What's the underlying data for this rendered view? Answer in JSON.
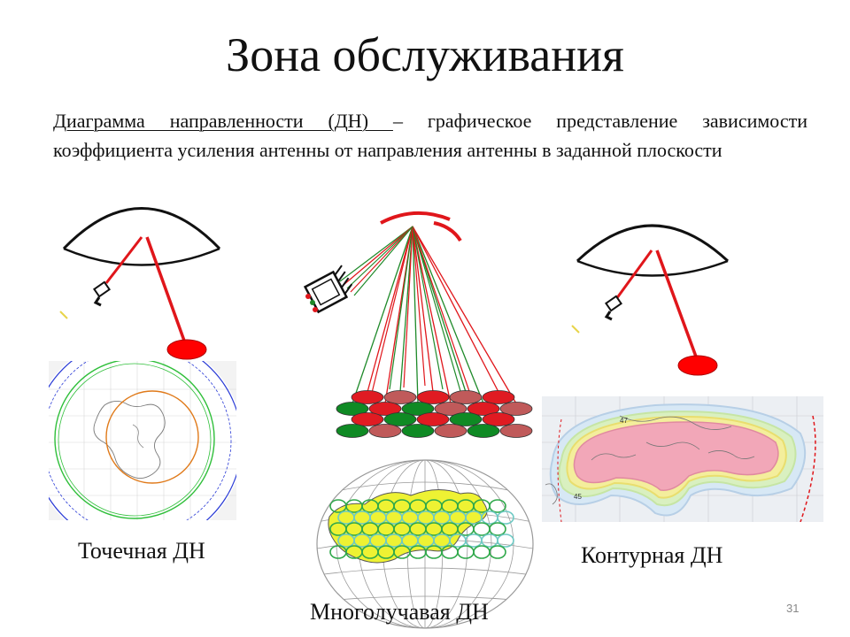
{
  "slide": {
    "title": "Зона обслуживания",
    "definition_term": "Диаграмма направленности (ДН) ",
    "definition_rest": "– графическое представление зависимости коэффициента усиления антенны от направления антенны в заданной плоскости",
    "captions": {
      "spot": "Точечная ДН",
      "multibeam": "Многолучавая ДН",
      "contour": "Контурная ДН"
    },
    "page_number": "31",
    "contour_map_labels": [
      "47",
      "45"
    ]
  },
  "colors": {
    "beam_red": "#e0161b",
    "beam_green": "#1f8a2a",
    "cell_red": "#e01b22",
    "cell_green": "#0f8a24",
    "cell_pink": "#c05a5a",
    "coverage_pink": "#f2a7b8",
    "coverage_yellow": "#f2ee20"
  },
  "icons": [
    "satellite-icon",
    "earth-dome-icon",
    "globe-icon"
  ]
}
